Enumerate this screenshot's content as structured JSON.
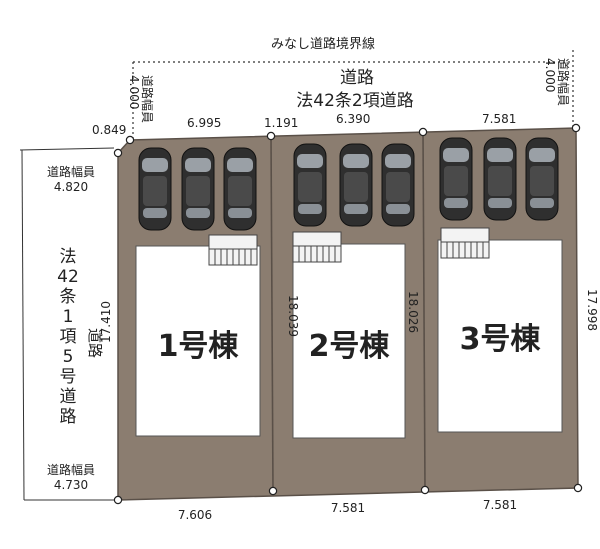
{
  "boundary": {
    "label": "みなし道路境界線"
  },
  "road_top": {
    "title": "道路",
    "subtitle": "法42条2項道路"
  },
  "road_left": {
    "chars": [
      "法",
      "42",
      "条",
      "1",
      "項",
      "5",
      "号",
      "道",
      "路"
    ],
    "side_label": "道路"
  },
  "road_width": {
    "top_left": {
      "label": "道路幅員",
      "value": "4.000"
    },
    "top_right": {
      "label": "道路幅員",
      "value": "4.000"
    },
    "left_upper": {
      "label": "道路幅員",
      "value": "4.820"
    },
    "left_lower": {
      "label": "道路幅員",
      "value": "4.730"
    }
  },
  "dimensions": {
    "top": [
      "0.849",
      "6.995",
      "1.191",
      "6.390",
      "7.581"
    ],
    "bottom": [
      "7.606",
      "7.581",
      "7.581"
    ],
    "vertical": [
      "17.410",
      "18.039",
      "18.026",
      "17.998"
    ]
  },
  "lots": [
    {
      "label": "1号棟"
    },
    {
      "label": "2号棟"
    },
    {
      "label": "3号棟"
    }
  ],
  "colors": {
    "lot_fill": "#8b7d70",
    "lot_edge": "#5a5048",
    "building_fill": "#ffffff",
    "car_fill": "#3a3a3a"
  },
  "icons": {
    "car": "car-top-view-icon",
    "stairs": "stairs-icon",
    "boundary_point": "boundary-marker-icon"
  }
}
